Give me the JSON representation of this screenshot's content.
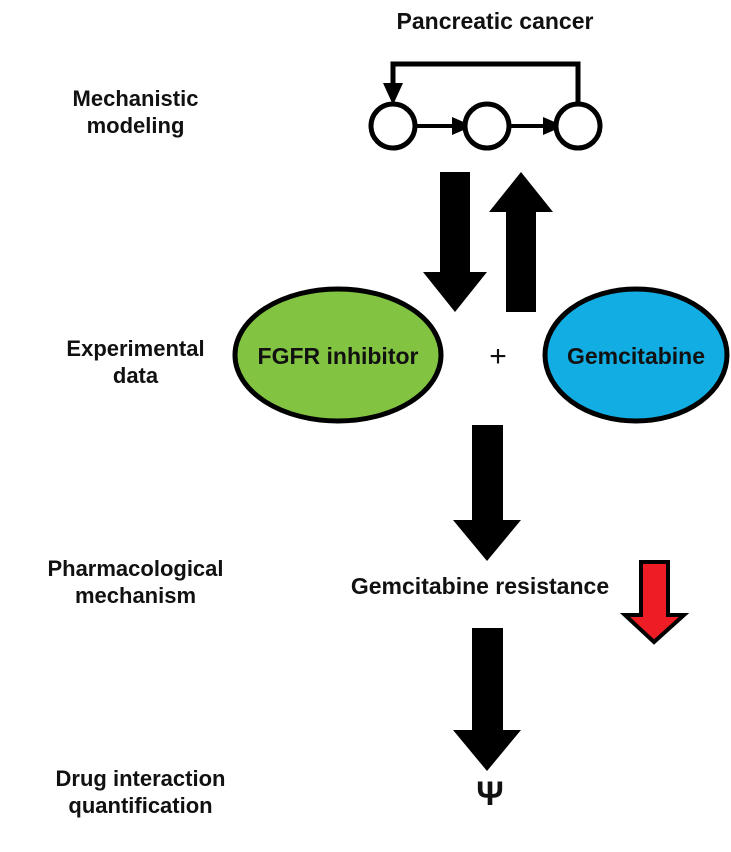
{
  "figure": {
    "title": "Pancreatic cancer",
    "background_color": "#ffffff"
  },
  "stages": [
    {
      "id": "mechanistic",
      "label": "Mechanistic\nmodeling"
    },
    {
      "id": "experimental",
      "label": "Experimental\ndata"
    },
    {
      "id": "pharmacological",
      "label": "Pharmacological\nmechanism"
    },
    {
      "id": "quantification",
      "label": "Drug interaction\nquantification"
    }
  ],
  "mechanistic_model": {
    "node_count": 3,
    "feedback_loop": "from node 3 back to node 1",
    "arrow_chain": "node1 to node2 to node3",
    "stroke_color": "#000000"
  },
  "nodes": {
    "green_ellipse": {
      "label": "FGFR inhibitor",
      "fill": "#82C341",
      "stroke": "#000000",
      "text_color": "#111111"
    },
    "blue_ellipse": {
      "label": "Gemcitabine",
      "fill": "#12ADE2",
      "stroke": "#000000",
      "text_color": "#111111"
    },
    "combination_operator": "+",
    "resistance_text": "Gemcitabine resistance",
    "outcome_symbol": "Ψ"
  },
  "arrows": {
    "down_to_experimental": {
      "direction": "down",
      "color": "#000000"
    },
    "up_to_mechanistic": {
      "direction": "up",
      "color": "#000000"
    },
    "experimental_to_resistance": {
      "direction": "down",
      "color": "#000000"
    },
    "resistance_to_outcome": {
      "direction": "down",
      "color": "#000000"
    },
    "resistance_decrease": {
      "direction": "down",
      "color": "#EE1C25",
      "outline": "#000000"
    }
  }
}
